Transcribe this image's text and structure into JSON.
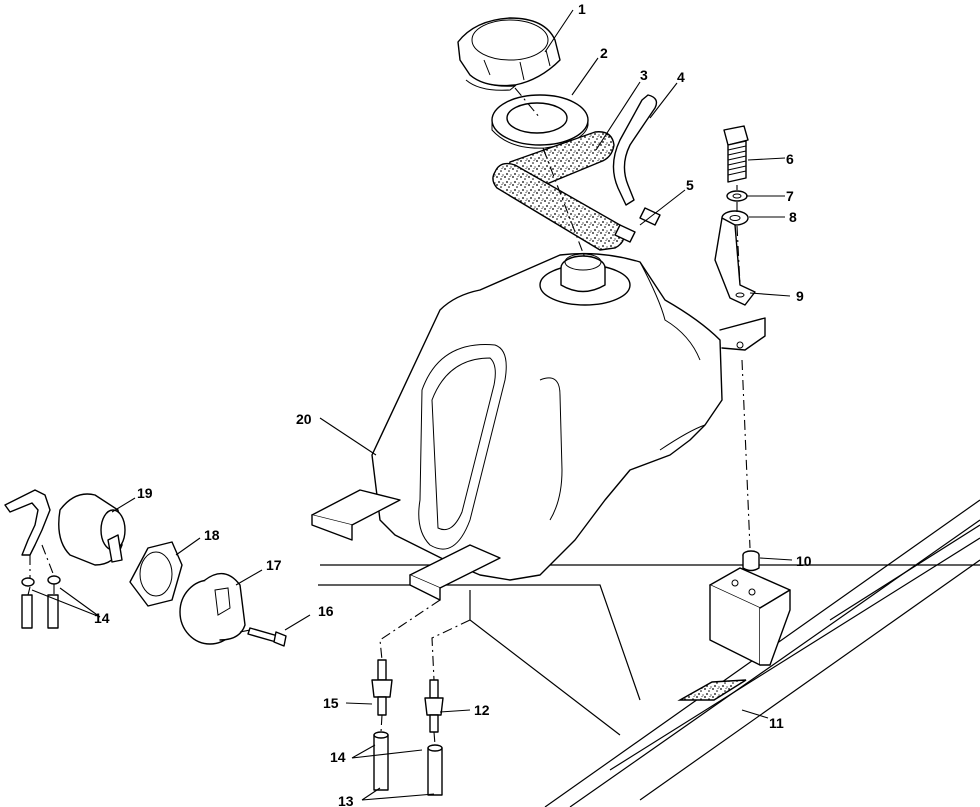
{
  "diagram": {
    "type": "exploded-parts-view",
    "callouts": [
      {
        "id": "c1",
        "label": "1"
      },
      {
        "id": "c2",
        "label": "2"
      },
      {
        "id": "c3",
        "label": "3"
      },
      {
        "id": "c4",
        "label": "4"
      },
      {
        "id": "c5",
        "label": "5"
      },
      {
        "id": "c6",
        "label": "6"
      },
      {
        "id": "c7",
        "label": "7"
      },
      {
        "id": "c8",
        "label": "8"
      },
      {
        "id": "c9",
        "label": "9"
      },
      {
        "id": "c10",
        "label": "10"
      },
      {
        "id": "c11",
        "label": "11"
      },
      {
        "id": "c12",
        "label": "12"
      },
      {
        "id": "c13",
        "label": "13"
      },
      {
        "id": "c14a",
        "label": "14"
      },
      {
        "id": "c14b",
        "label": "14"
      },
      {
        "id": "c15",
        "label": "15"
      },
      {
        "id": "c16",
        "label": "16"
      },
      {
        "id": "c17",
        "label": "17"
      },
      {
        "id": "c18",
        "label": "18"
      },
      {
        "id": "c19",
        "label": "19"
      },
      {
        "id": "c20",
        "label": "20"
      }
    ]
  }
}
